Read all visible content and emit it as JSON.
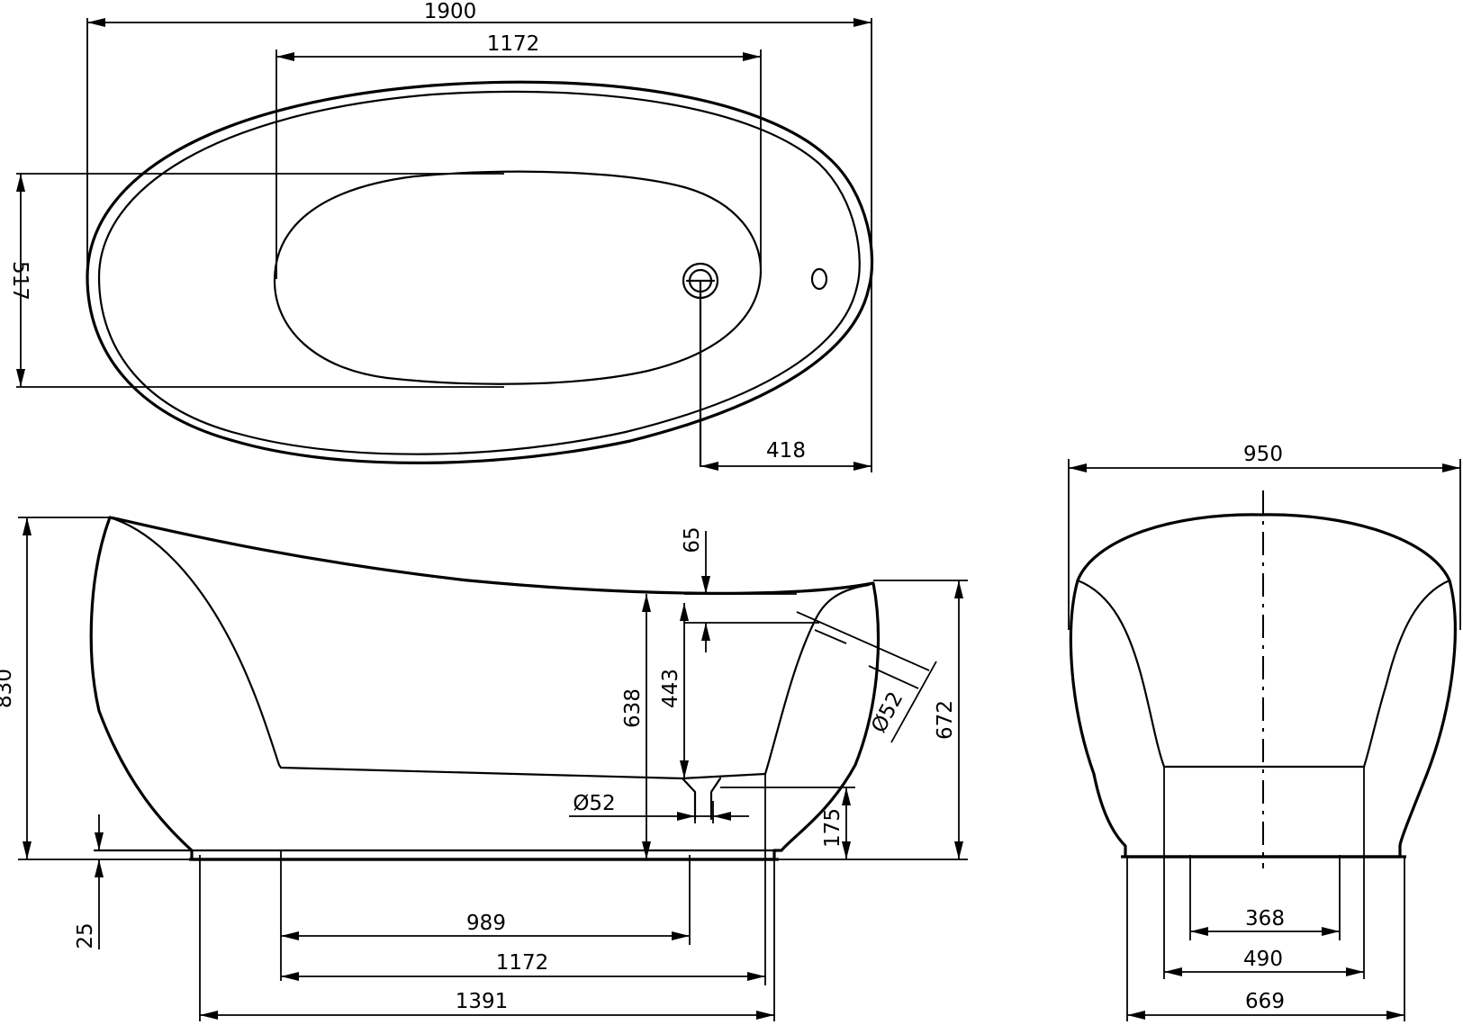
{
  "plan_view": {
    "overall_length": "1900",
    "basin_length": "1172",
    "basin_width": "517",
    "drain_offset": "418"
  },
  "side_view": {
    "overall_height": "830",
    "overflow_drop": "65",
    "drain_to_overflow": "443",
    "inner_depth": "638",
    "overflow_diameter": "Ø52",
    "front_height": "672",
    "drain_diameter": "Ø52",
    "drain_height": "175",
    "plinth_height": "25",
    "drain_position": "989",
    "basin_length": "1172",
    "base_length": "1391"
  },
  "end_view": {
    "overall_width": "950",
    "inner_foot": "368",
    "bottom_width": "490",
    "base_width": "669"
  }
}
